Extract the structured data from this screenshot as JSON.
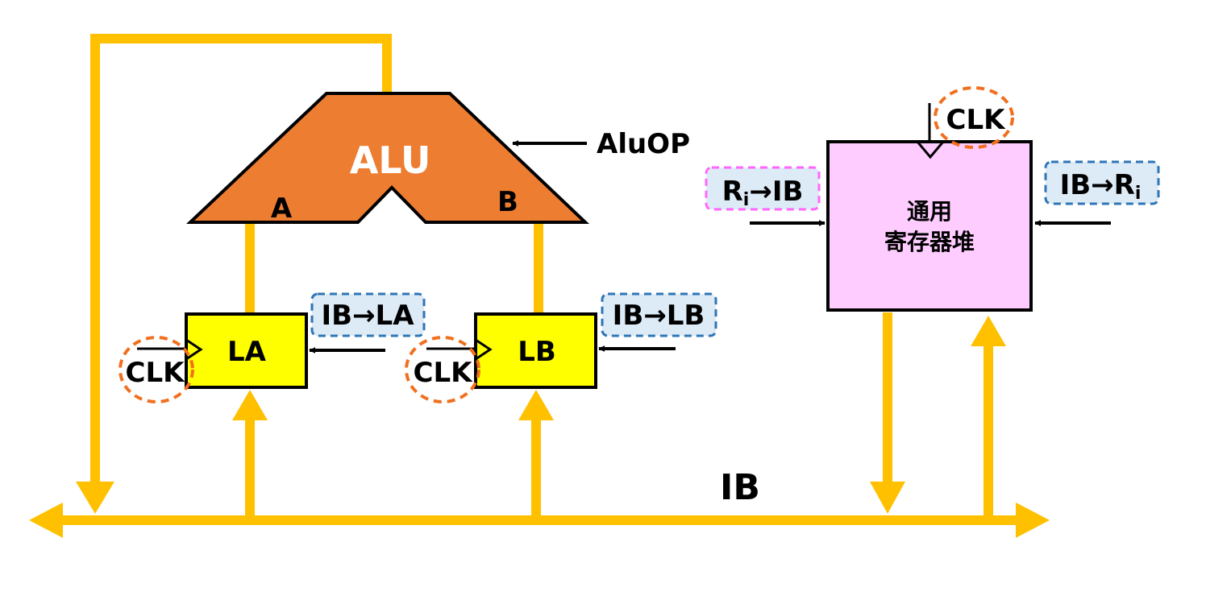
{
  "colors": {
    "bus": "#FFC000",
    "alu": "#ED7D31",
    "register": "#FFFF00",
    "regfile": "#FFCCFF",
    "signal_blue_fill": "#DDEBF7",
    "signal_blue_border": "#2E75B6",
    "signal_pink_border": "#FF66FF",
    "clk_circle": "#F07020",
    "wire": "#000000"
  },
  "alu": {
    "label": "ALU",
    "input_a": "A",
    "input_b": "B",
    "op": "AluOP"
  },
  "la": {
    "label": "LA",
    "clk": "CLK",
    "signal": "IB→LA"
  },
  "lb": {
    "label": "LB",
    "clk": "CLK",
    "signal": "IB→LB"
  },
  "regfile": {
    "line1": "通用",
    "line2": "寄存器堆",
    "clk": "CLK",
    "out_signal": {
      "r": "R",
      "sub": "i",
      "rest": "→IB"
    },
    "in_signal": {
      "pre": "IB→R",
      "sub": "i"
    }
  },
  "bus": {
    "label": "IB"
  }
}
